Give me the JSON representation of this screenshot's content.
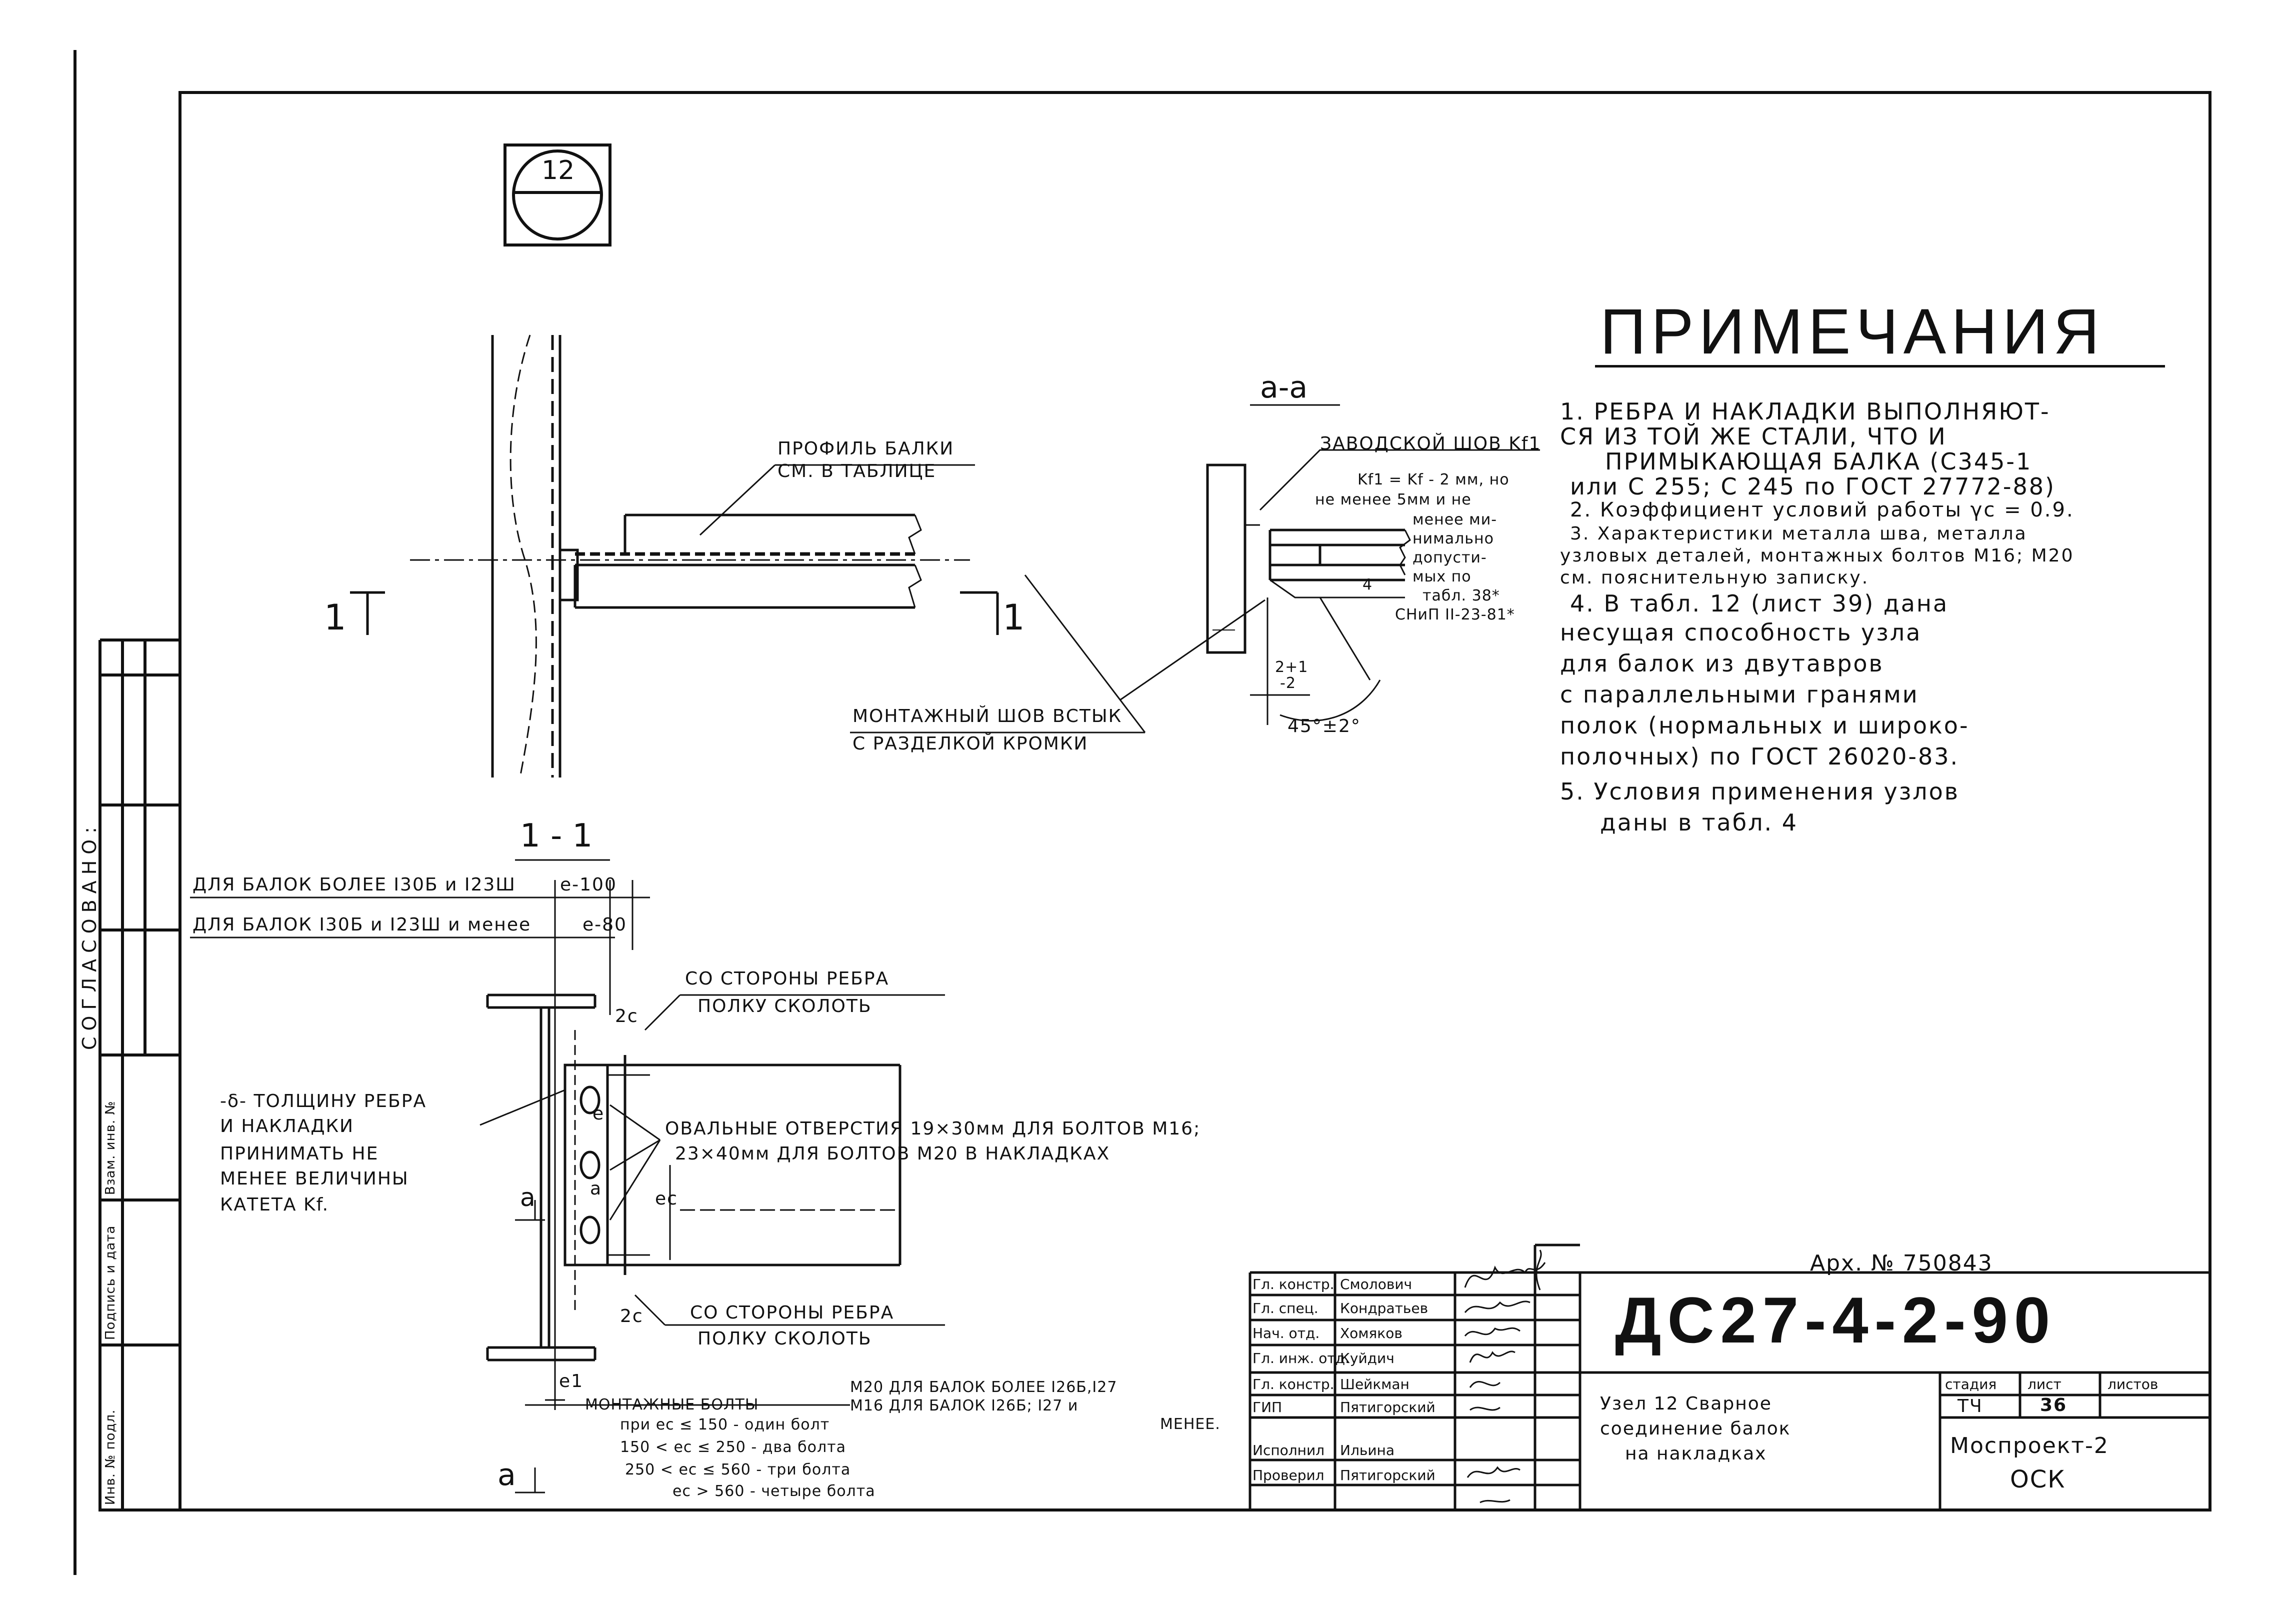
{
  "detail_badge": "12",
  "section_aa_title": "а-а",
  "section_11_title": "1 - 1",
  "section_mark_left": "1",
  "section_mark_right": "1",
  "section_mark_a_top": "а",
  "section_mark_a_bottom": "а",
  "elev": {
    "profile_label_1": "ПРОФИЛЬ БАЛКИ",
    "profile_label_2": "СМ. В ТАБЛИЦЕ",
    "mount_seam_1": "МОНТАЖНЫЙ ШОВ ВСТЫК",
    "mount_seam_2": "С РАЗДЕЛКОЙ КРОМКИ"
  },
  "aa": {
    "factory_seam": "ЗАВОДСКОЙ ШОВ Kf1",
    "kf_note": [
      "Kf1 = Kf - 2 мм, но",
      "не менее 5мм и не",
      "менее ми-",
      "нимально",
      "допусти-",
      "мых по",
      "табл. 38*",
      "СНиП II-23-81*"
    ],
    "gap": "2+1",
    "gap2": "-2",
    "angle": "45°±2°",
    "dim_small": "4"
  },
  "s11": {
    "beams_more": "ДЛЯ БАЛОК БОЛЕЕ I30Б и I23Ш",
    "e_more": "е-100",
    "beams_less": "ДЛЯ БАЛОК I30Б и I23Ш и менее",
    "e_less": "е-80",
    "rib_side_1": "СО СТОРОНЫ РЕБРА",
    "rib_side_1b": "ПОЛКУ СКОЛОТЬ",
    "rib_side_2": "СО СТОРОНЫ РЕБРА",
    "rib_side_2b": "ПОЛКУ СКОЛОТЬ",
    "thickness_note": [
      "-δ- ТОЛЩИНУ РЕБРА",
      "И НАКЛАДКИ",
      "ПРИНИМАТЬ НЕ",
      "МЕНЕЕ ВЕЛИЧИНЫ",
      "КАТЕТА Kf."
    ],
    "holes_1": "ОВАЛЬНЫЕ ОТВЕРСТИЯ 19×30мм ДЛЯ БОЛТОВ М16;",
    "holes_2": "23×40мм ДЛЯ БОЛТОВ М20 В НАКЛАДКАХ",
    "a_label": "а",
    "e_label": "е",
    "ec_label": "ес",
    "c_label": "2с",
    "c_label2": "2с",
    "e1_label": "е1",
    "bolts_title": "МОНТАЖНЫЕ БОЛТЫ",
    "bolts_m20": "М20 ДЛЯ БАЛОК БОЛЕЕ I26Б,I27",
    "bolts_m16": "М16 ДЛЯ БАЛОК I26Б; I27 и",
    "bolts_less": "МЕНЕЕ.",
    "bolts_rows": [
      "при ес ≤ 150 - один болт",
      "150 < ес ≤ 250 - два болта",
      "250 < ес ≤ 560 - три болта",
      "ес > 560 - четыре болта"
    ]
  },
  "notes": {
    "title": "ПРИМЕЧАНИЯ",
    "lines": [
      "1. РЕБРА И НАКЛАДКИ ВЫПОЛНЯЮТ-",
      "СЯ ИЗ ТОЙ ЖЕ СТАЛИ, ЧТО И",
      "ПРИМЫКАЮЩАЯ БАЛКА (С345-1",
      "или С 255; С 245 по ГОСТ 27772-88)",
      "2. Коэффициент условий работы γс = 0.9.",
      "3. Характеристики металла шва, металла",
      "узловых деталей, монтажных болтов М16; М20",
      "см. пояснительную записку.",
      "4. В табл. 12 (лист 39) дана",
      "несущая способность узла",
      "для балок из двутавров",
      "с параллельными гранями",
      "полок (нормальных и широко-",
      "полочных) по ГОСТ 26020-83.",
      "5. Условия применения узлов",
      "даны в табл. 4"
    ]
  },
  "left_strip": {
    "agreed": "СОГЛАСОВАНО:",
    "col1": "Инв. № подл.",
    "col2": "Подпись и дата",
    "col3": "Взам. инв. №"
  },
  "title_block": {
    "archive": "Арх. № 750843",
    "code": "ДС27-4-2-90",
    "title_lines": [
      "Узел 12   Сварное",
      "соединение балок",
      "на накладках"
    ],
    "stage_hdr": "стадия",
    "sheet_hdr": "лист",
    "sheets_hdr": "листов",
    "stage": "ТЧ",
    "sheet": "36",
    "sheets": "",
    "org1": "Моспроект-2",
    "org2": "ОСК",
    "people": [
      {
        "role": "Гл. констр.",
        "name": "Смолович"
      },
      {
        "role": "Гл. спец.",
        "name": "Кондратьев"
      },
      {
        "role": "Нач. отд.",
        "name": "Хомяков"
      },
      {
        "role": "Гл. инж. отд.",
        "name": "Куйдич"
      },
      {
        "role": "Гл. констр.",
        "name": "Шейкман"
      },
      {
        "role": "ГИП",
        "name": "Пятигорский"
      },
      {
        "role": "",
        "name": ""
      },
      {
        "role": "Исполнил",
        "name": "Ильина"
      },
      {
        "role": "Проверил",
        "name": "Пятигорский"
      }
    ]
  }
}
